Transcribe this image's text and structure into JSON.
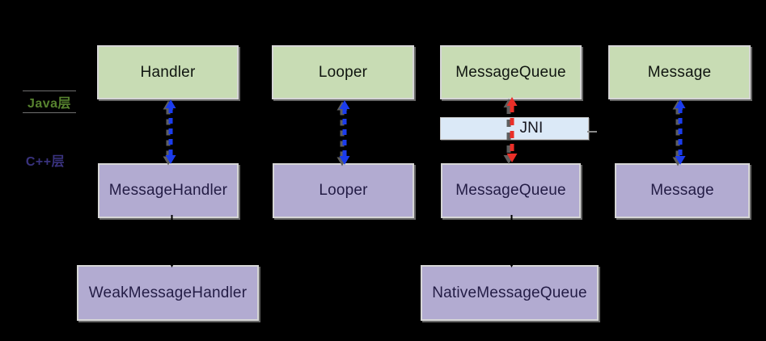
{
  "diagram": {
    "title_semantic": "Android Handler Java/C++ layer mapping",
    "side_labels": {
      "java": "Java层",
      "cpp": "C++层"
    },
    "java_row": [
      {
        "label": "Handler"
      },
      {
        "label": "Looper"
      },
      {
        "label": "MessageQueue"
      },
      {
        "label": "Message"
      }
    ],
    "jni": {
      "label": "JNI"
    },
    "cpp_row": [
      {
        "label": "MessageHandler"
      },
      {
        "label": "Looper"
      },
      {
        "label": "MessageQueue"
      },
      {
        "label": "Message"
      }
    ],
    "cpp_row2": [
      {
        "label": "WeakMessageHandler"
      },
      {
        "label": "NativeMessageQueue"
      }
    ],
    "connectors": [
      {
        "from": "Handler",
        "to": "MessageHandler",
        "style": "blue-dashed-double-arrow"
      },
      {
        "from": "Looper",
        "to": "Looper",
        "style": "blue-dashed-double-arrow"
      },
      {
        "from": "MessageQueue",
        "to": "MessageQueue",
        "style": "red-dashed-double-arrow-through-JNI"
      },
      {
        "from": "Message",
        "to": "Message",
        "style": "blue-dashed-double-arrow"
      },
      {
        "from": "MessageHandler",
        "to": "WeakMessageHandler",
        "style": "black-solid-arrow"
      },
      {
        "from": "MessageQueue",
        "to": "NativeMessageQueue",
        "style": "black-solid-arrow"
      }
    ],
    "colors": {
      "background": "#000000",
      "java_box_fill": "#c8dcb4",
      "cpp_box_fill": "#b2abd1",
      "jni_fill": "#dbe9f7",
      "box_border": "#d6d6d6",
      "arrow_blue": "#1b3cec",
      "arrow_red": "#ea2f28",
      "arrow_black": "#000000",
      "java_label_color": "#57832f",
      "cpp_label_color": "#39327d"
    }
  }
}
